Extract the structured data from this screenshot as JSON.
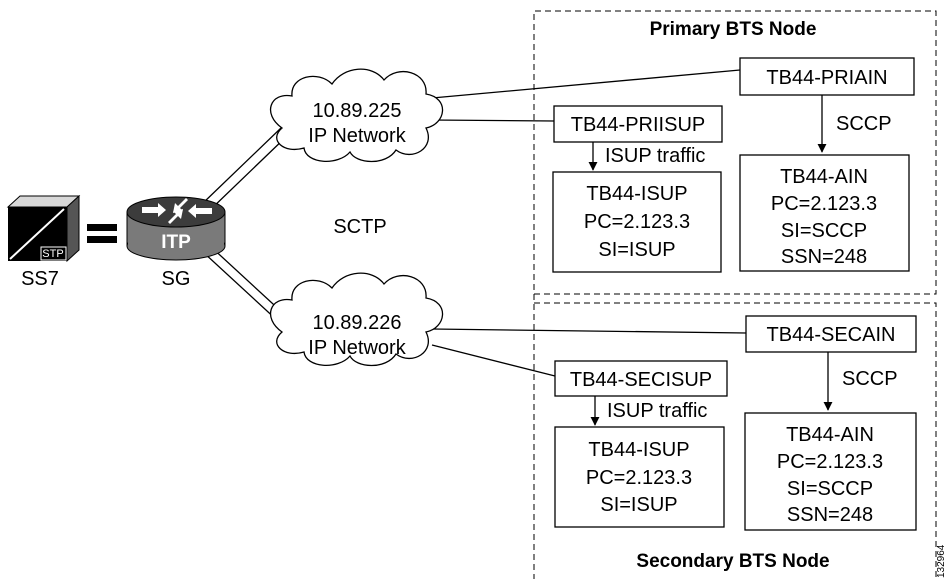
{
  "primary_node": {
    "title": "Primary BTS Node",
    "ain_link": "TB44-PRIAIN",
    "isup_link": "TB44-PRIISUP",
    "sccp_label": "SCCP",
    "isup_traffic_label": "ISUP traffic",
    "isup_box": [
      "TB44-ISUP",
      "PC=2.123.3",
      "SI=ISUP"
    ],
    "ain_box": [
      "TB44-AIN",
      "PC=2.123.3",
      "SI=SCCP",
      "SSN=248"
    ]
  },
  "secondary_node": {
    "title": "Secondary BTS Node",
    "ain_link": "TB44-SECAIN",
    "isup_link": "TB44-SECISUP",
    "sccp_label": "SCCP",
    "isup_traffic_label": "ISUP traffic",
    "isup_box": [
      "TB44-ISUP",
      "PC=2.123.3",
      "SI=ISUP"
    ],
    "ain_box": [
      "TB44-AIN",
      "PC=2.123.3",
      "SI=SCCP",
      "SSN=248"
    ]
  },
  "clouds": {
    "top": [
      "10.89.225",
      "IP Network"
    ],
    "bottom": [
      "10.89.226",
      "IP Network"
    ]
  },
  "ss7": {
    "box_text": "STP",
    "label": "SS7"
  },
  "sg": {
    "router_text": "ITP",
    "label": "SG"
  },
  "sctp_label": "SCTP",
  "figure_id": "132964"
}
